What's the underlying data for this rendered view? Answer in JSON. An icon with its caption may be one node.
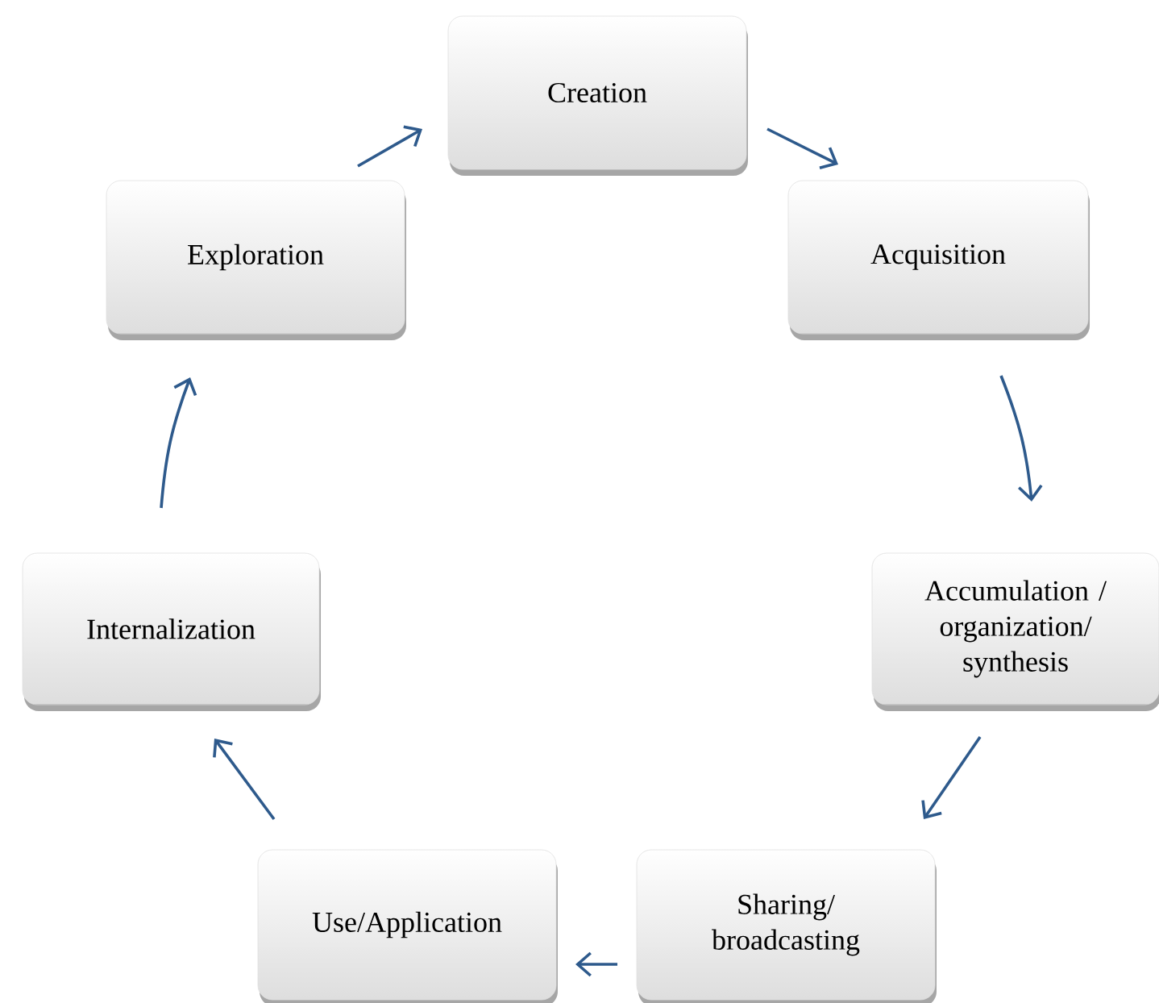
{
  "diagram": {
    "nodes": [
      {
        "text": [
          "Creation"
        ]
      },
      {
        "text": [
          "Acquisition"
        ]
      },
      {
        "text": [
          "Accumulation / organization/ synthesis"
        ]
      },
      {
        "text": [
          "Sharing/ broadcasting"
        ]
      },
      {
        "text": [
          "Use/Application"
        ]
      },
      {
        "text": [
          "Internalization"
        ]
      },
      {
        "text": [
          "Exploration"
        ]
      }
    ],
    "edges": [
      {
        "from": 0,
        "to": 1,
        "arrow": "to"
      },
      {
        "from": 1,
        "to": 2,
        "arrow": "to"
      },
      {
        "from": 2,
        "to": 3,
        "arrow": "to"
      },
      {
        "from": 3,
        "to": 4,
        "arrow": "to"
      },
      {
        "from": 4,
        "to": 5,
        "arrow": "to"
      },
      {
        "from": 5,
        "to": 6,
        "arrow": "to"
      },
      {
        "from": 6,
        "to": 0,
        "arrow": "to"
      }
    ]
  }
}
